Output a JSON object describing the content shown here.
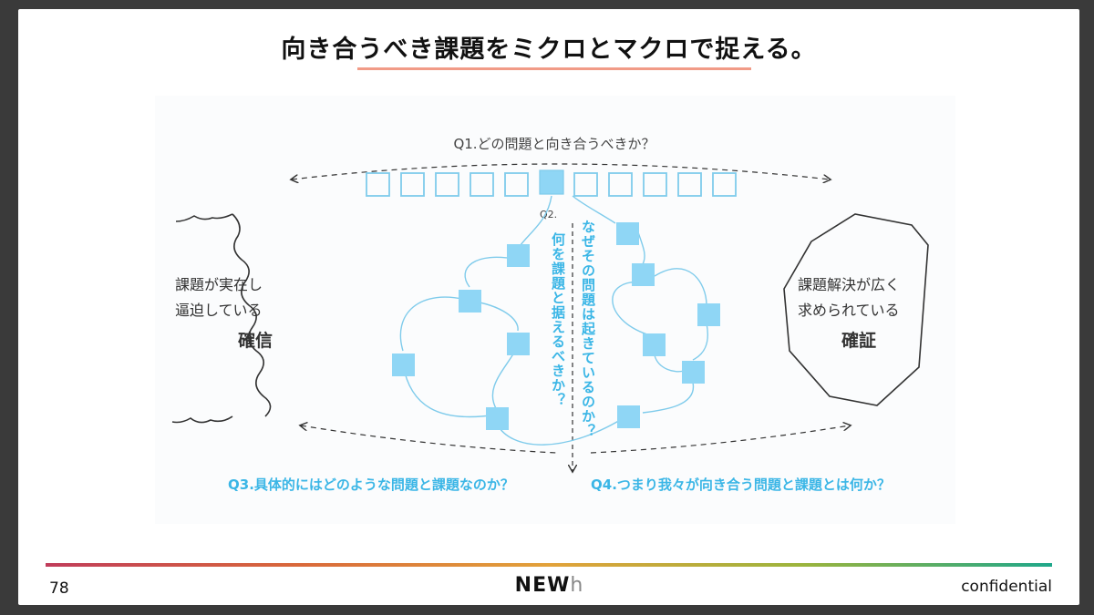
{
  "slide": {
    "title": "向き合うべき課題をミクロとマクロで捉える。",
    "page_number": "78",
    "logo_main": "NEW",
    "logo_suffix": "h",
    "confidential": "confidential"
  },
  "diagram": {
    "q1": "Q1.どの問題と向き合うべきか？",
    "q2_label": "Q2.",
    "q2_left_vertical": "何を課題と据えるべきか？",
    "q2_right_vertical": "なぜその問題は起きているのか？",
    "q3": "Q3.具体的にはどのような問題と課題なのか？",
    "q4": "Q4.つまり我々が向き合う問題と課題とは何か？",
    "left_belief_lines": [
      "課題が実在し",
      "逼迫している"
    ],
    "left_belief_emphasis": "確信",
    "right_belief_lines": [
      "課題解決が広く",
      "求められている"
    ],
    "right_belief_emphasis": "確証",
    "colors": {
      "accent_blue": "#3bb6e6",
      "square_fill": "#8fd6f5",
      "outline_blue": "#7fcbeb",
      "dark": "#333333",
      "title_underline": "#f19b87"
    }
  }
}
